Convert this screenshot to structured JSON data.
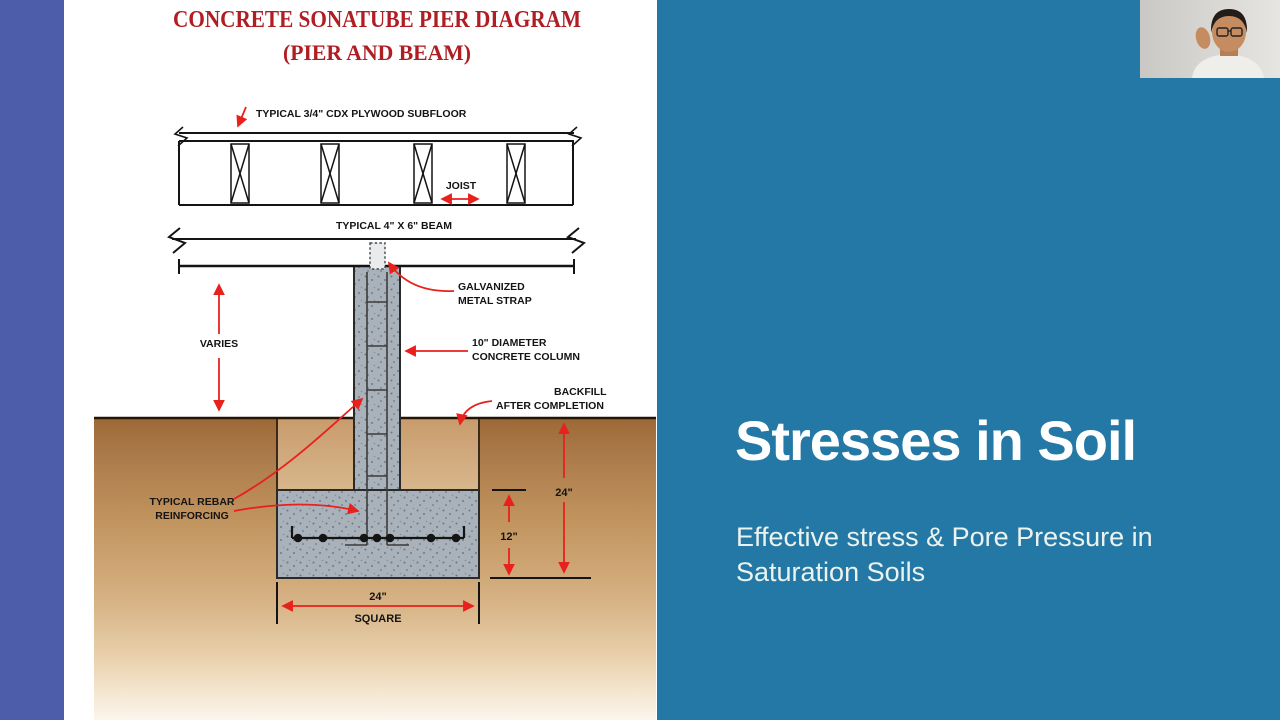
{
  "colors": {
    "left_stripe": "#4d5da9",
    "right_panel": "#2478a6",
    "diagram_title_red": "#b01d23",
    "annotation_red": "#e8211d",
    "concrete_gray": "#a9b2ba",
    "soil_brown": "#b98a56"
  },
  "diagram": {
    "title_line1": "CONCRETE SONATUBE PIER DIAGRAM",
    "title_line2": "(PIER AND BEAM)",
    "labels": {
      "subfloor": "TYPICAL 3/4\" CDX PLYWOOD SUBFLOOR",
      "joist": "JOIST",
      "beam": "TYPICAL 4\" X 6\" BEAM",
      "strap_line1": "GALVANIZED",
      "strap_line2": "METAL STRAP",
      "varies": "VARIES",
      "column_line1": "10\" DIAMETER",
      "column_line2": "CONCRETE COLUMN",
      "backfill_line1": "BACKFILL",
      "backfill_line2": "AFTER COMPLETION",
      "rebar_line1": "TYPICAL REBAR",
      "rebar_line2": "REINFORCING",
      "dim_depth": "24\"",
      "dim_footing_height": "12\"",
      "dim_width": "24\"",
      "dim_width_caption": "SQUARE"
    }
  },
  "slide": {
    "title": "Stresses in Soil",
    "subtitle_line1": "Effective stress & Pore Pressure in",
    "subtitle_line2": "Saturation Soils"
  }
}
